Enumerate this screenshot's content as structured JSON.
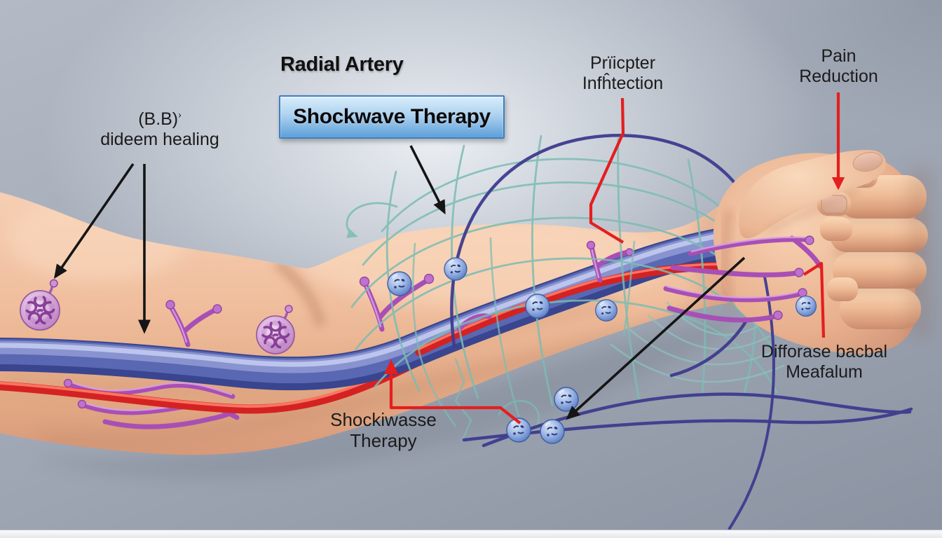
{
  "heading": {
    "title": "Radial Artery"
  },
  "shockwave_box": {
    "label": "Shockwave Therapy"
  },
  "annotations": {
    "bb_healing": {
      "line1": "(B.B)",
      "sup": "›",
      "line2": "dideem healing"
    },
    "pricpter": {
      "line1": "Prïicpter",
      "line2": "Infĥtection"
    },
    "pain": {
      "line1": "Pain",
      "line2": "Reduction"
    },
    "difforase": {
      "line1": "Difforase bacbal",
      "line2": "Meafalum"
    },
    "shockiwasse": {
      "line1": "Shockiwasse",
      "line2": "Therapy"
    }
  },
  "colors": {
    "background_top": "#e6eaee",
    "background_bottom": "#8b93a2",
    "skin": "#efbd9c",
    "vein_blue": "#4a55a8",
    "artery_red": "#d42222",
    "nerve_purple": "#b052be",
    "cell_blue": "#7d9bd9",
    "cell_purple": "#c088ca",
    "shockwave_mesh_teal": "#7cbcb3",
    "navy_loop": "#3e3b8e",
    "leader_red": "#e51e1e",
    "arrow_black": "#151515",
    "box_border": "#3e7fc1",
    "box_fill_top": "#d9edfb",
    "box_fill_bottom": "#5d9fd9",
    "label_text": "#1b1b1b"
  }
}
